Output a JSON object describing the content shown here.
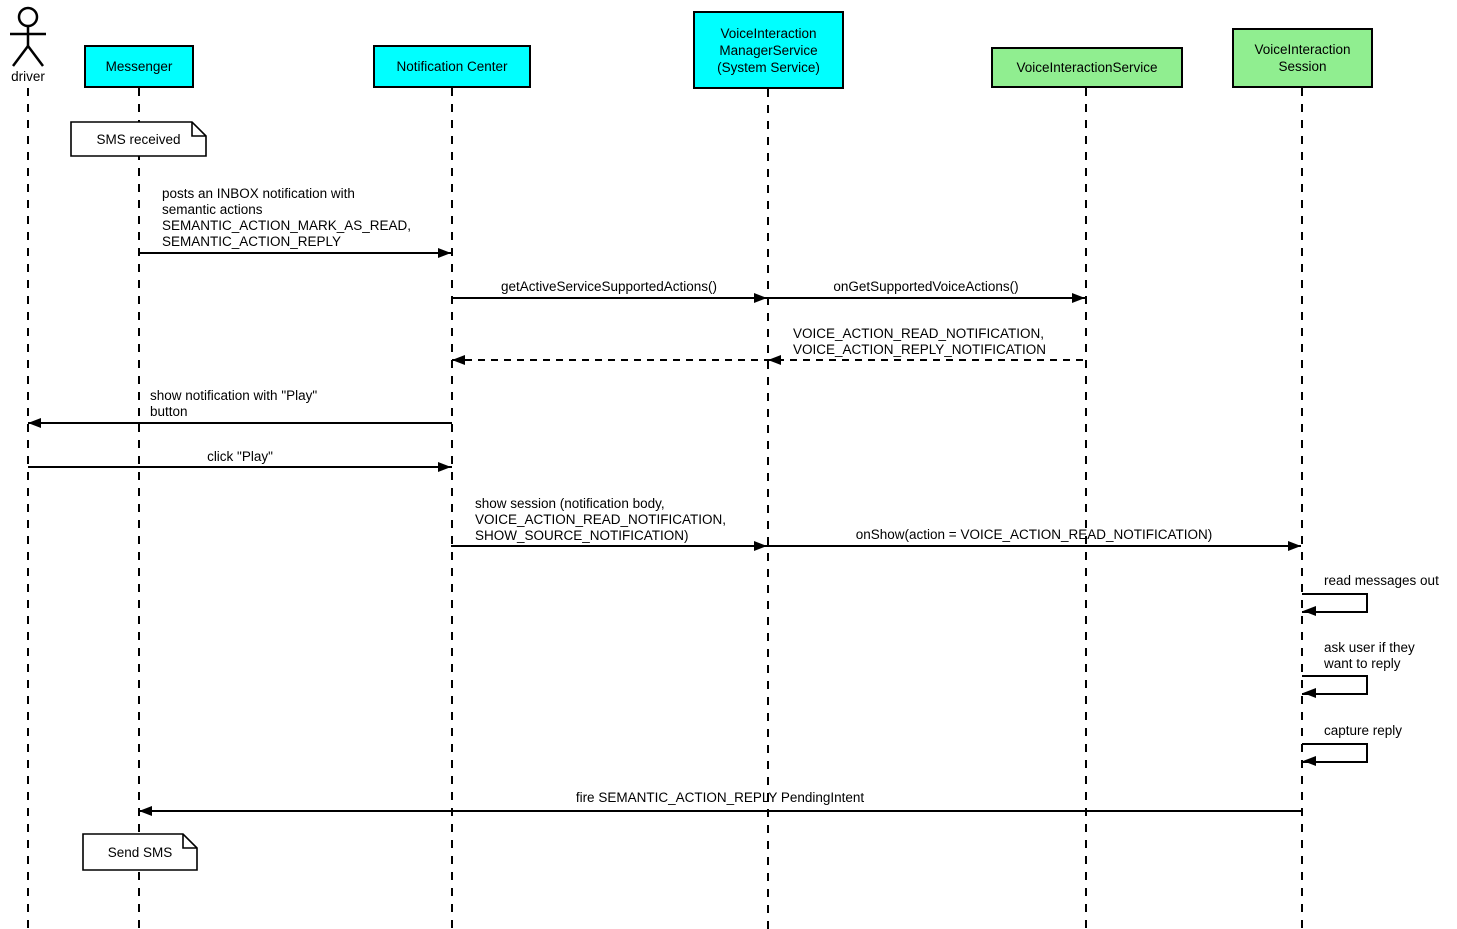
{
  "diagram": {
    "type": "uml-sequence-diagram",
    "colors": {
      "system_participant_fill": "#00ffff",
      "voice_participant_fill": "#90ee90",
      "note_fill": "#ffffff",
      "line_color": "#000000",
      "background": "#ffffff"
    },
    "actor": {
      "label": "driver"
    },
    "participants": [
      {
        "label": "Messenger",
        "kind": "system"
      },
      {
        "label": "Notification Center",
        "kind": "system"
      },
      {
        "label": "VoiceInteraction\nManagerService\n(System Service)",
        "kind": "system"
      },
      {
        "label": "VoiceInteractionService",
        "kind": "voice"
      },
      {
        "label": "VoiceInteraction\nSession",
        "kind": "voice"
      }
    ],
    "notes": [
      {
        "text": "SMS received",
        "near": "Messenger"
      },
      {
        "text": "Send SMS",
        "near": "Messenger"
      }
    ],
    "messages": [
      {
        "text": "posts an INBOX notification with\nsemantic actions\nSEMANTIC_ACTION_MARK_AS_READ,\nSEMANTIC_ACTION_REPLY",
        "from": "Messenger",
        "to": "Notification Center",
        "style": "solid"
      },
      {
        "text": "getActiveServiceSupportedActions()",
        "from": "Notification Center",
        "to": "VoiceInteraction ManagerService (System Service)",
        "style": "solid"
      },
      {
        "text": "onGetSupportedVoiceActions()",
        "from": "VoiceInteraction ManagerService (System Service)",
        "to": "VoiceInteractionService",
        "style": "solid"
      },
      {
        "text": "VOICE_ACTION_READ_NOTIFICATION,\nVOICE_ACTION_REPLY_NOTIFICATION",
        "from": "VoiceInteractionService",
        "to": "Notification Center",
        "style": "dashed-return"
      },
      {
        "text": "show notification with \"Play\"\nbutton",
        "from": "Notification Center",
        "to": "driver",
        "style": "solid"
      },
      {
        "text": "click \"Play\"",
        "from": "driver",
        "to": "Notification Center",
        "style": "solid"
      },
      {
        "text": "show session (notification body,\nVOICE_ACTION_READ_NOTIFICATION,\nSHOW_SOURCE_NOTIFICATION)",
        "from": "Notification Center",
        "to": "VoiceInteraction ManagerService (System Service)",
        "style": "solid"
      },
      {
        "text": "onShow(action = VOICE_ACTION_READ_NOTIFICATION)",
        "from": "VoiceInteraction ManagerService (System Service)",
        "to": "VoiceInteraction Session",
        "style": "solid"
      },
      {
        "text": "read messages out",
        "from": "VoiceInteraction Session",
        "to": "VoiceInteraction Session",
        "style": "self"
      },
      {
        "text": "ask user if they\nwant to reply",
        "from": "VoiceInteraction Session",
        "to": "VoiceInteraction Session",
        "style": "self"
      },
      {
        "text": "capture reply",
        "from": "VoiceInteraction Session",
        "to": "VoiceInteraction Session",
        "style": "self"
      },
      {
        "text": "fire SEMANTIC_ACTION_REPLY PendingIntent",
        "from": "VoiceInteraction Session",
        "to": "Messenger",
        "style": "solid"
      }
    ]
  }
}
